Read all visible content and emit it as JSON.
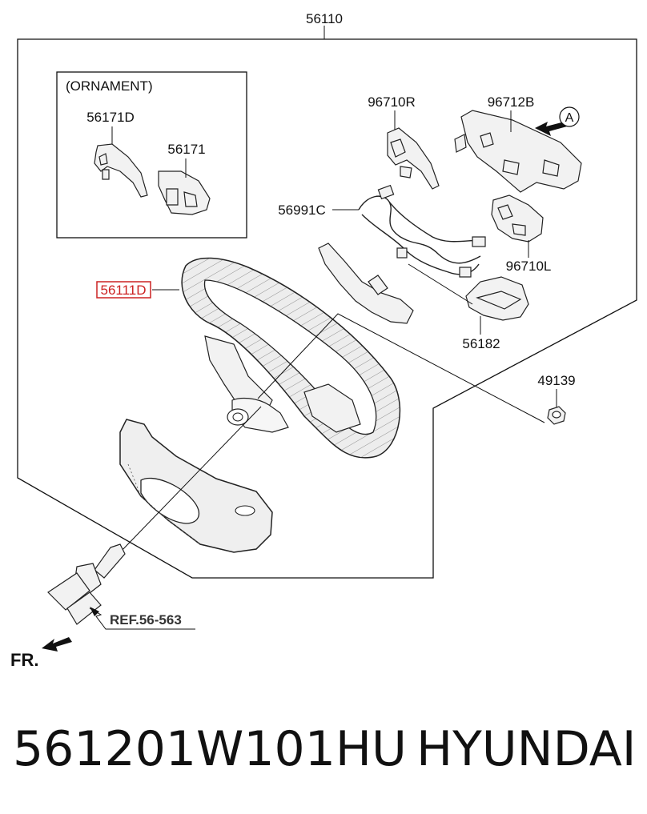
{
  "diagram": {
    "assembly_number": "56110",
    "ornament_label": "(ORNAMENT)",
    "parts": {
      "ornament_left": "56171D",
      "ornament_right": "56171",
      "switch_right": "96710R",
      "bracket": "96712B",
      "harness": "56991C",
      "switch_left": "96710L",
      "highlighted_wheel": "56111D",
      "module": "56182",
      "nut": "49139"
    },
    "view_marker": "A",
    "reference": "REF.56-563",
    "front_label": "FR.",
    "highlight_color": "#cc2222"
  },
  "footer": {
    "part_number": "561201W101HU",
    "brand": "HYUNDAI"
  }
}
